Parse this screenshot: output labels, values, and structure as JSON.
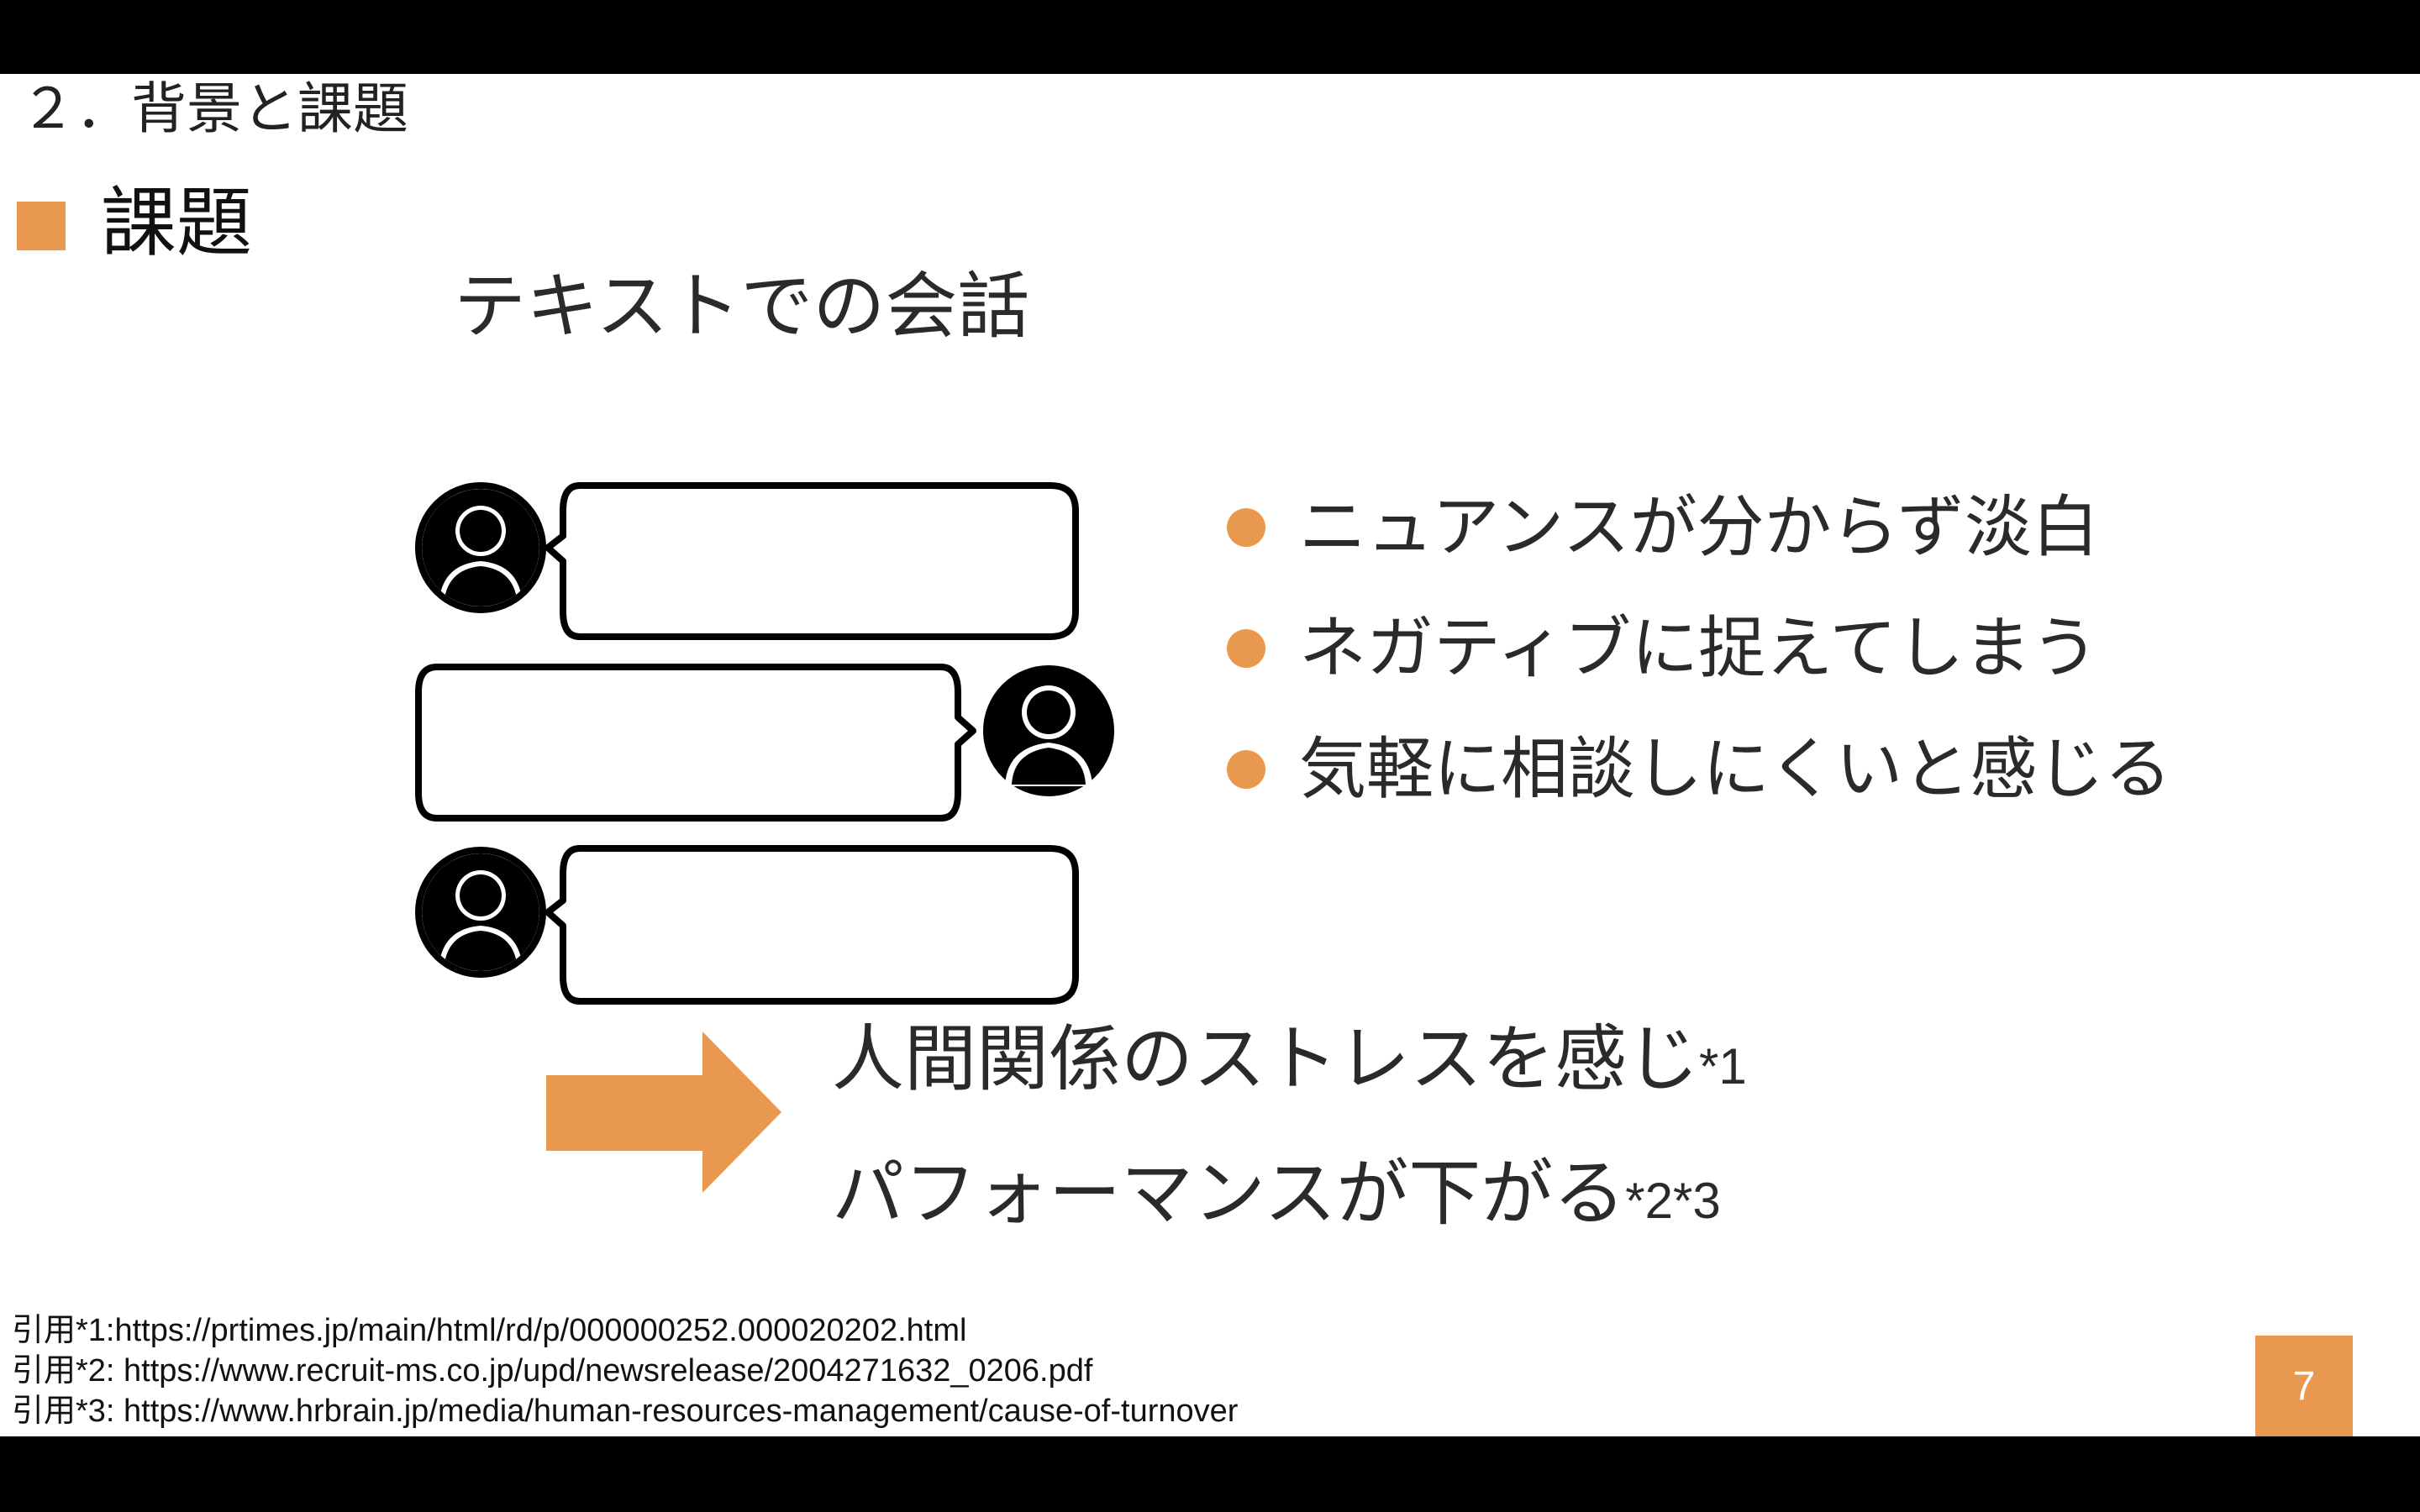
{
  "colors": {
    "accent": "#E9994F",
    "text": "#2A2A2A",
    "outline": "#000000",
    "background": "#FFFFFF"
  },
  "slide": {
    "section_title": "２．背景と課題",
    "heading": "課題",
    "subheading": "テキストでの会話",
    "illustration": {
      "person_icon": "person-silhouette-icon",
      "bubble_icon": "speech-bubble-icon"
    },
    "bullets": [
      "ニュアンスが分からず淡白",
      "ネガティブに捉えてしまう",
      "気軽に相談しにくいと感じる"
    ],
    "arrow_icon": "right-arrow-icon",
    "conclusion": {
      "line1": "人間関係のストレスを感じ",
      "line1_note": "*1",
      "line2": "パフォーマンスが下がる",
      "line2_note": "*2*3"
    },
    "citations": [
      "引用*1:https://prtimes.jp/main/html/rd/p/000000252.000020202.html",
      "引用*2: https://www.recruit-ms.co.jp/upd/newsrelease/2004271632_0206.pdf",
      "引用*3: https://www.hrbrain.jp/media/human-resources-management/cause-of-turnover"
    ],
    "page_number": "7"
  }
}
